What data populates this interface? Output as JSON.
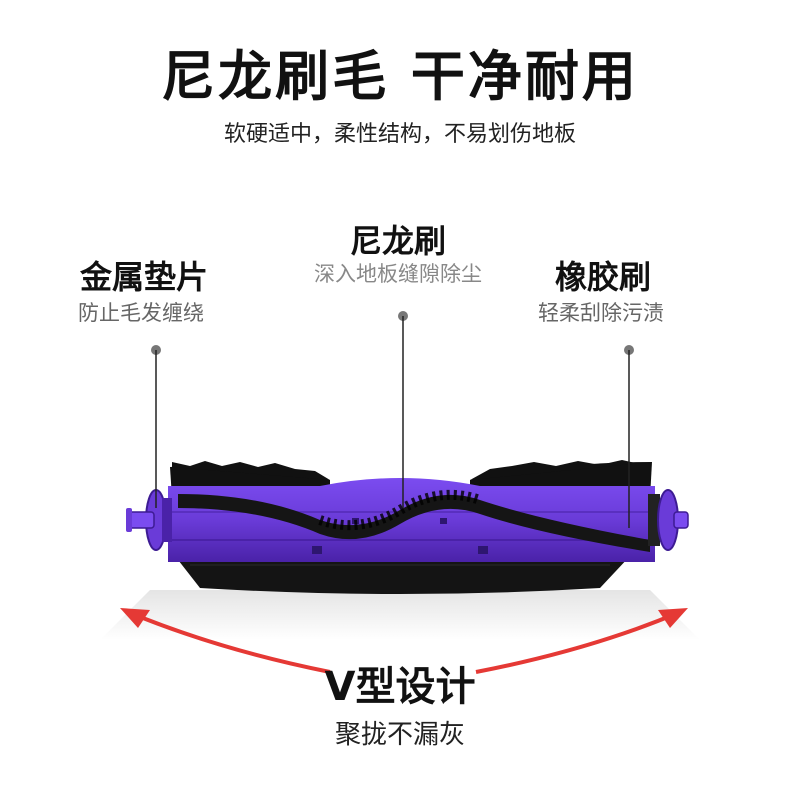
{
  "header": {
    "title": "尼龙刷毛 干净耐用",
    "subtitle": "软硬适中，柔性结构，不易划伤地板"
  },
  "callouts": {
    "left": {
      "title": "金属垫片",
      "desc": "防止毛发缠绕"
    },
    "middle": {
      "title": "尼龙刷",
      "desc": "深入地板缝隙除尘"
    },
    "right": {
      "title": "橡胶刷",
      "desc": "轻柔刮除污渍"
    }
  },
  "footer": {
    "title": "V型设计",
    "desc": "聚拢不漏灰"
  },
  "colors": {
    "body_purple": "#6a3bd8",
    "body_dark": "#4a22a8",
    "bristle": "#111111",
    "arrow_red": "#e53935"
  }
}
